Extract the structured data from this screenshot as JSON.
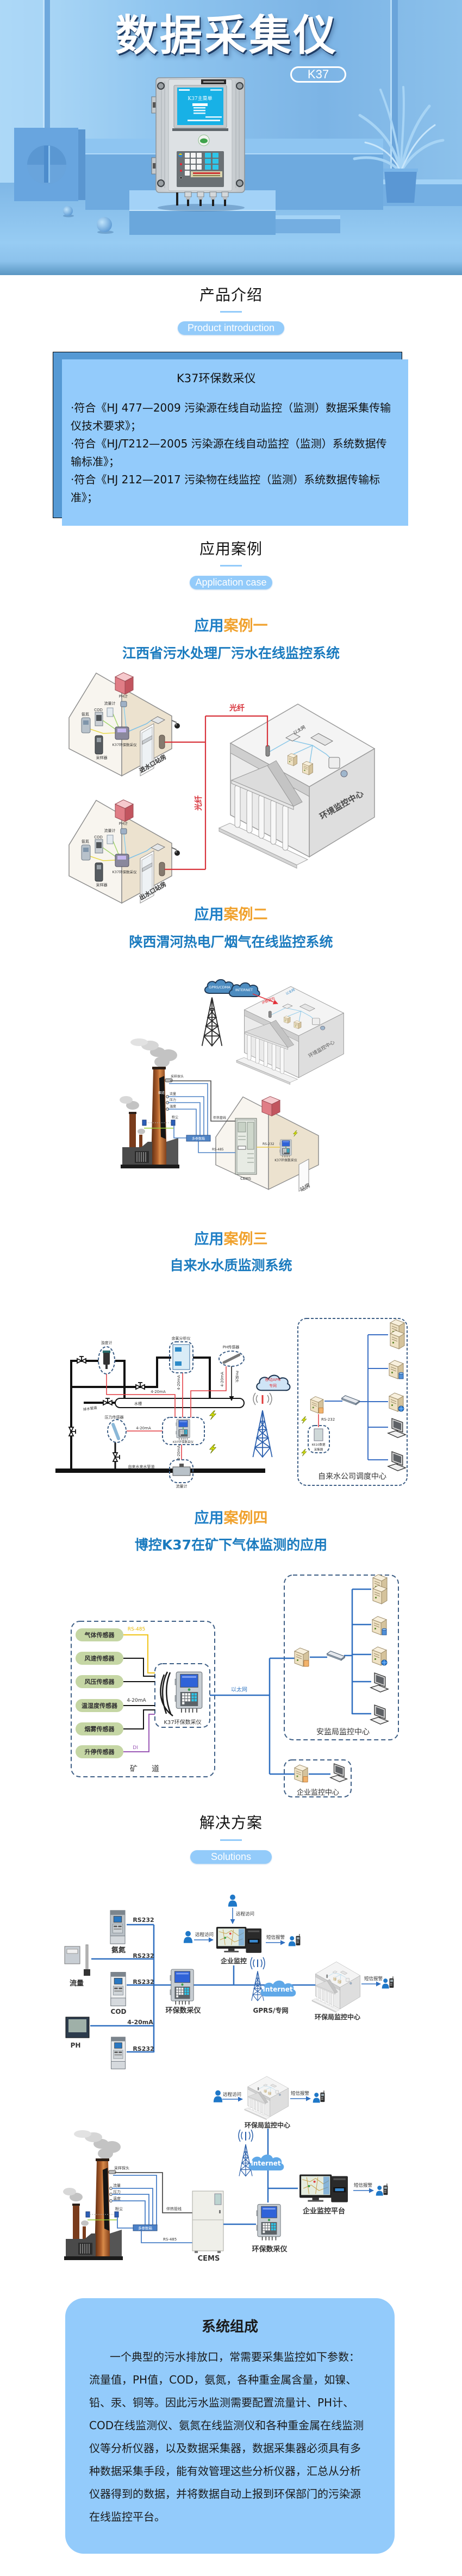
{
  "theme": {
    "accent_blue": "#1f7fc6",
    "accent_orange": "#f0a12c",
    "pill_bg": "#93cbfa",
    "card_bg": "#93cbfb",
    "card_border": "#5599d4",
    "subtitle_blue": "#1b7bbf"
  },
  "hero": {
    "title": "数据采集仪",
    "model_badge": "K37",
    "screen_title": "K37主菜单"
  },
  "sections": {
    "intro": {
      "title": "产品介绍",
      "subtitle": "Product introduction"
    },
    "cases": {
      "title": "应用案例",
      "subtitle": "Application case"
    },
    "solutions": {
      "title": "解决方案",
      "subtitle": "Solutions"
    }
  },
  "product_card": {
    "name": "K37环保数采仪",
    "bullets": [
      "·符合《HJ 477—2009 污染源在线自动监控（监测）数据采集传输仪技术要求》；",
      "·符合《HJ/T212—2005 污染源在线自动监控（监测）系统数据传输标准》；",
      "·符合《HJ 212—2017 污染物在线监控（监测）系统数据传输标准》；"
    ]
  },
  "cases": [
    {
      "title_prefix": "应用",
      "title_suffix": "案例一",
      "subtitle": "江西省污水处理厂污水在线监控系统",
      "diagram": {
        "ph_meter": "PH计",
        "flow_meter": "流量计",
        "cod": "COD",
        "ammonia": "氨氮",
        "device": "K37环保数采仪",
        "sampler": "采样器",
        "inlet_station": "进水口站房",
        "outlet_station": "出水口站房",
        "fiber": "光纤",
        "ethernet": "以太网",
        "center": "环境监控中心"
      }
    },
    {
      "title_prefix": "应用",
      "title_suffix": "案例二",
      "subtitle": "陕西渭河热电厂烟气在线监控系统",
      "diagram": {
        "cloud_gprs": "GPRS/CDMA",
        "cloud_internet": "INTERNET",
        "ip_packet": "IP数据包",
        "ethernet": "以太网",
        "center": "环境监控中心",
        "probe": "采样探头",
        "flue": "烟道",
        "flow": "流量",
        "pressure": "压力",
        "temperature": "温度",
        "dust": "粉尘",
        "multi_box": "多参数箱",
        "heat_line": "伴热管线",
        "rs485": "RS-485",
        "rs232": "RS-232",
        "cems": "CEMS",
        "device": "K37环保数采仪",
        "station": "站房"
      }
    },
    {
      "title_prefix": "应用",
      "title_suffix": "案例三",
      "subtitle": "自来水水质监测系统",
      "diagram": {
        "turbidity": "浊度计",
        "chlorine": "余氯分析仪",
        "ph_sensor": "PH传感器",
        "ph_probe": "PH探头",
        "current": "4-20mA",
        "tank": "水槽",
        "drain": "排水管道",
        "pressure": "压力传感器",
        "device": "K37环保数采仪",
        "main_pipe": "自来水来水管道",
        "flow_meter": "流量计",
        "cloud_line1": "移动APN",
        "cloud_line2": "专网",
        "rs232": "RS-232",
        "collector_line1": "K610数据",
        "collector_line2": "采集器",
        "center": "自来水公司调度中心"
      }
    },
    {
      "title_prefix": "应用",
      "title_suffix": "案例四",
      "subtitle": "博控K37在矿下气体监测的应用",
      "diagram": {
        "sensors": [
          "气体传感器",
          "风速传感器",
          "风压传感器",
          "温湿度传感器",
          "烟雾传感器",
          "升停传感器"
        ],
        "rs485": "RS-485",
        "current": "4-20mA",
        "di": "DI",
        "device": "K37环保数采仪",
        "ethernet": "以太网",
        "mine": "矿道",
        "safety_center": "安监局监控中心",
        "enterprise_center": "企业监控中心"
      }
    }
  ],
  "solutions": {
    "diagram_1": {
      "ammonia": "氨氮",
      "flow": "流量",
      "cod": "COD",
      "ph": "PH",
      "rs232": "RS232",
      "current": "4-20mA",
      "device": "环保数采仪",
      "remote_access": "远程访问",
      "sms_alarm": "短信报警",
      "enterprise": "企业监控",
      "internet": "Internet",
      "network": "GPRS/专网",
      "epb_center": "环保局监控中心"
    },
    "diagram_2": {
      "epb_center": "环保局监控中心",
      "remote_access": "远程访问",
      "sms_alarm": "短信报警",
      "internet": "Internet",
      "platform": "企业监控平台",
      "device": "环保数采仪",
      "cems": "CEMS",
      "probe": "采样探头",
      "flow": "流量",
      "pressure": "压力",
      "temperature": "温度",
      "dust": "粉尘",
      "multi_box": "多参数箱",
      "heat_line": "伴热管线",
      "rs485": "RS-485"
    }
  },
  "system": {
    "title": "系统组成",
    "body": "一个典型的污水排放口，常需要采集监控如下参数：流量值，PH值，COD，氨氮，各种重金属含量，如镍、铅、汞、铜等。因此污水监测需要配置流量计、PH计、COD在线监测仪、氨氮在线监测仪和各种重金属在线监测仪等分析仪器，以及数据采集器，数据采集器必须具有多种数据采集手段，能有效管理这些分析仪器，汇总从分析仪器得到的数据，并将数据自动上报到环保部门的污染源在线监控平台。"
  }
}
